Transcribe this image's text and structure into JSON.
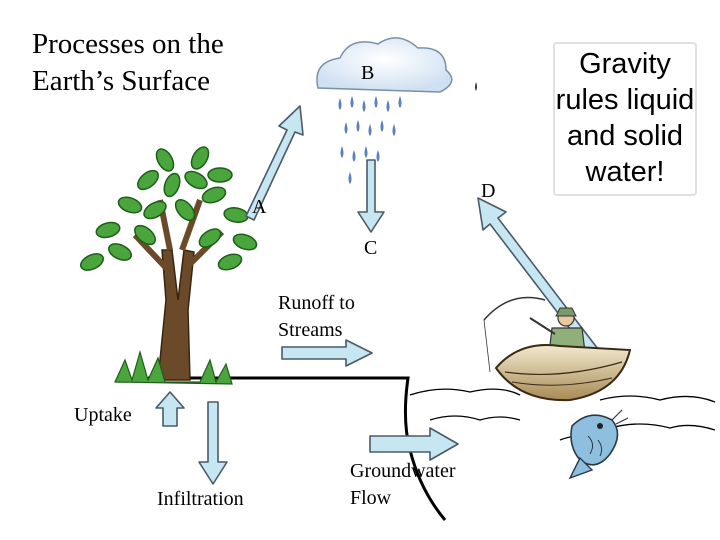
{
  "title": "Processes on the Earth’s Surface",
  "note": "Gravity rules liquid and solid water!",
  "labels": {
    "a": "A",
    "b": "B",
    "c": "C",
    "d": "D",
    "runoff": "Runoff to Streams",
    "uptake": "Uptake",
    "infiltration": "Infiltration",
    "groundwater": "Groundwater Flow"
  },
  "colors": {
    "arrow_fill": "#c6e6f2",
    "arrow_stroke": "#4a5a6a",
    "leaf": "#4aa63c",
    "trunk": "#6b4a2a",
    "rain": "#5a7fc0",
    "water": "#3a6ab8"
  },
  "icons": [
    "tree-icon",
    "rain-cloud-icon",
    "fishing-boat-icon",
    "fish-icon"
  ]
}
